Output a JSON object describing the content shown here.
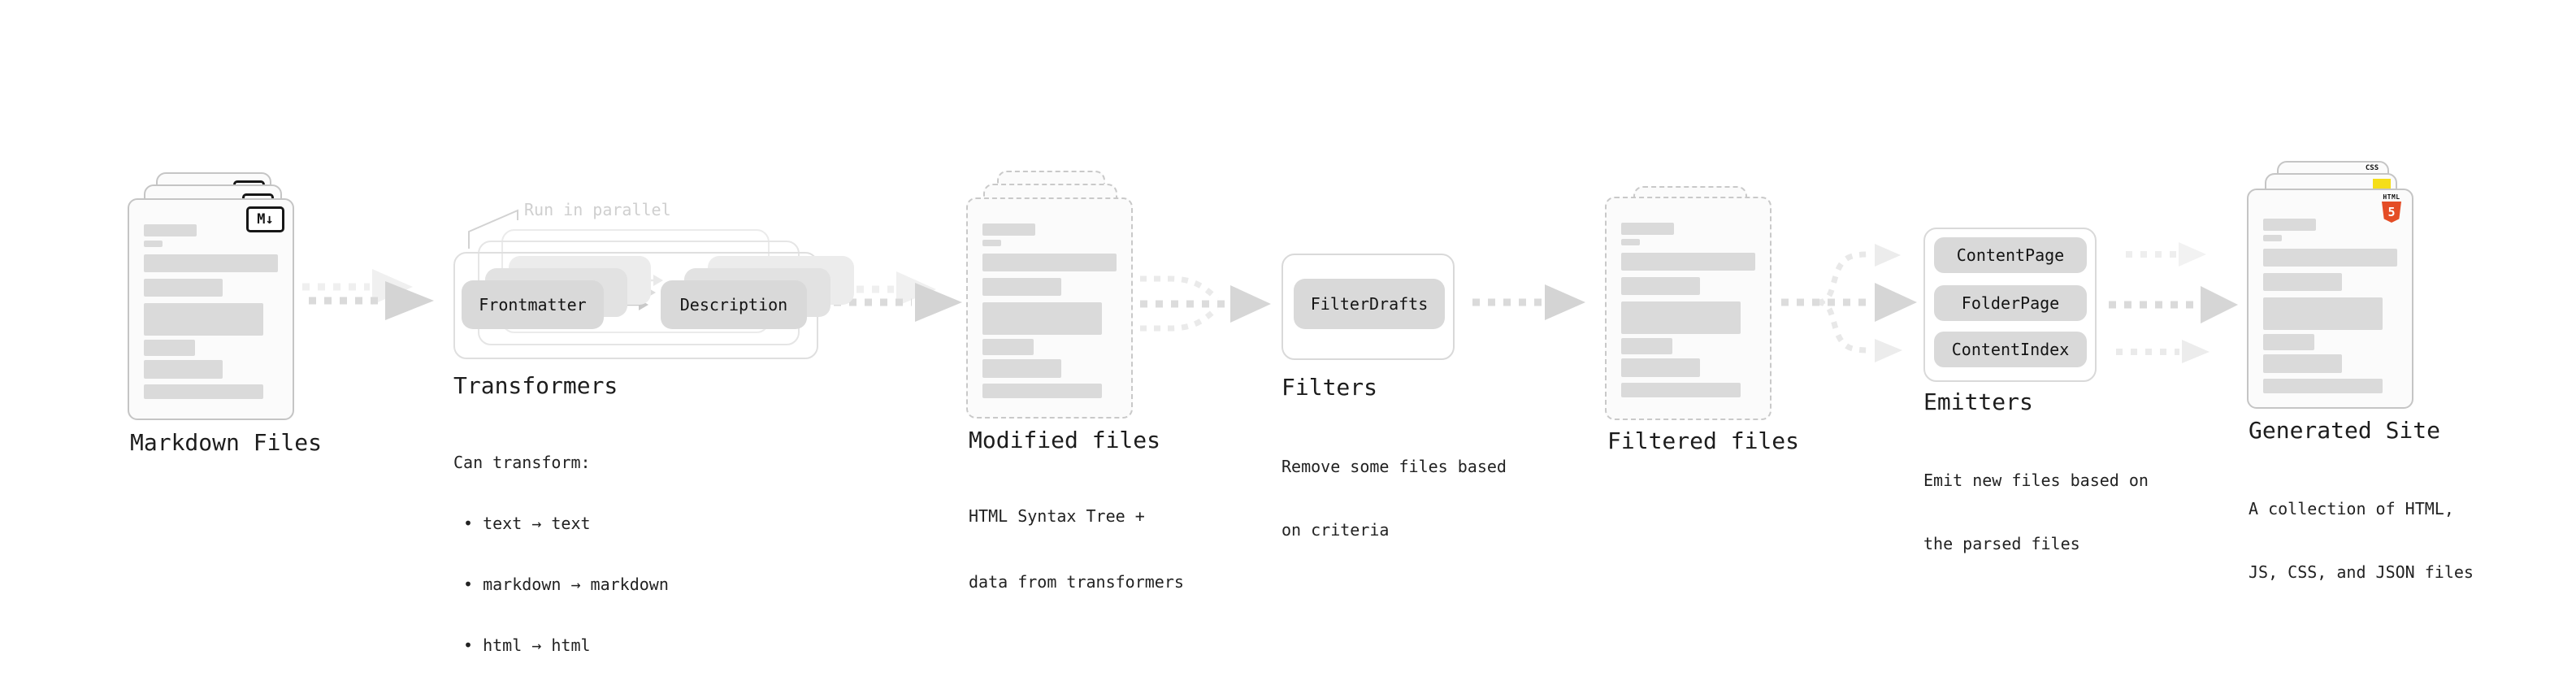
{
  "colors": {
    "html5_orange": "#e44d26",
    "js_yellow": "#f5de19",
    "css_blue": "#2965f1",
    "pill_fill": "#d9d9d9",
    "bar_fill": "#dadada",
    "arrow_gray": "#d4d4d4"
  },
  "stages": {
    "markdown_files": {
      "label": "Markdown Files",
      "badge": "M↓"
    },
    "transformers": {
      "label": "Transformers",
      "annotation": "Run in parallel",
      "pills": [
        "Frontmatter",
        "Description"
      ],
      "description": [
        "Can transform:",
        "• text → text",
        "• markdown → markdown",
        "• html → html"
      ]
    },
    "modified_files": {
      "label": "Modified files",
      "description": [
        "HTML Syntax Tree +",
        "data from transformers"
      ]
    },
    "filters": {
      "label": "Filters",
      "pills": [
        "FilterDrafts"
      ],
      "description": [
        "Remove some files based",
        "on criteria"
      ]
    },
    "filtered_files": {
      "label": "Filtered files"
    },
    "emitters": {
      "label": "Emitters",
      "pills": [
        "ContentPage",
        "FolderPage",
        "ContentIndex"
      ],
      "description": [
        "Emit new files based on",
        "the parsed files"
      ]
    },
    "generated_site": {
      "label": "Generated Site",
      "badges": {
        "css_label": "CSS",
        "html_label": "HTML",
        "html_number": "5"
      },
      "description": [
        "A collection of HTML,",
        "JS, CSS, and JSON files"
      ]
    }
  }
}
